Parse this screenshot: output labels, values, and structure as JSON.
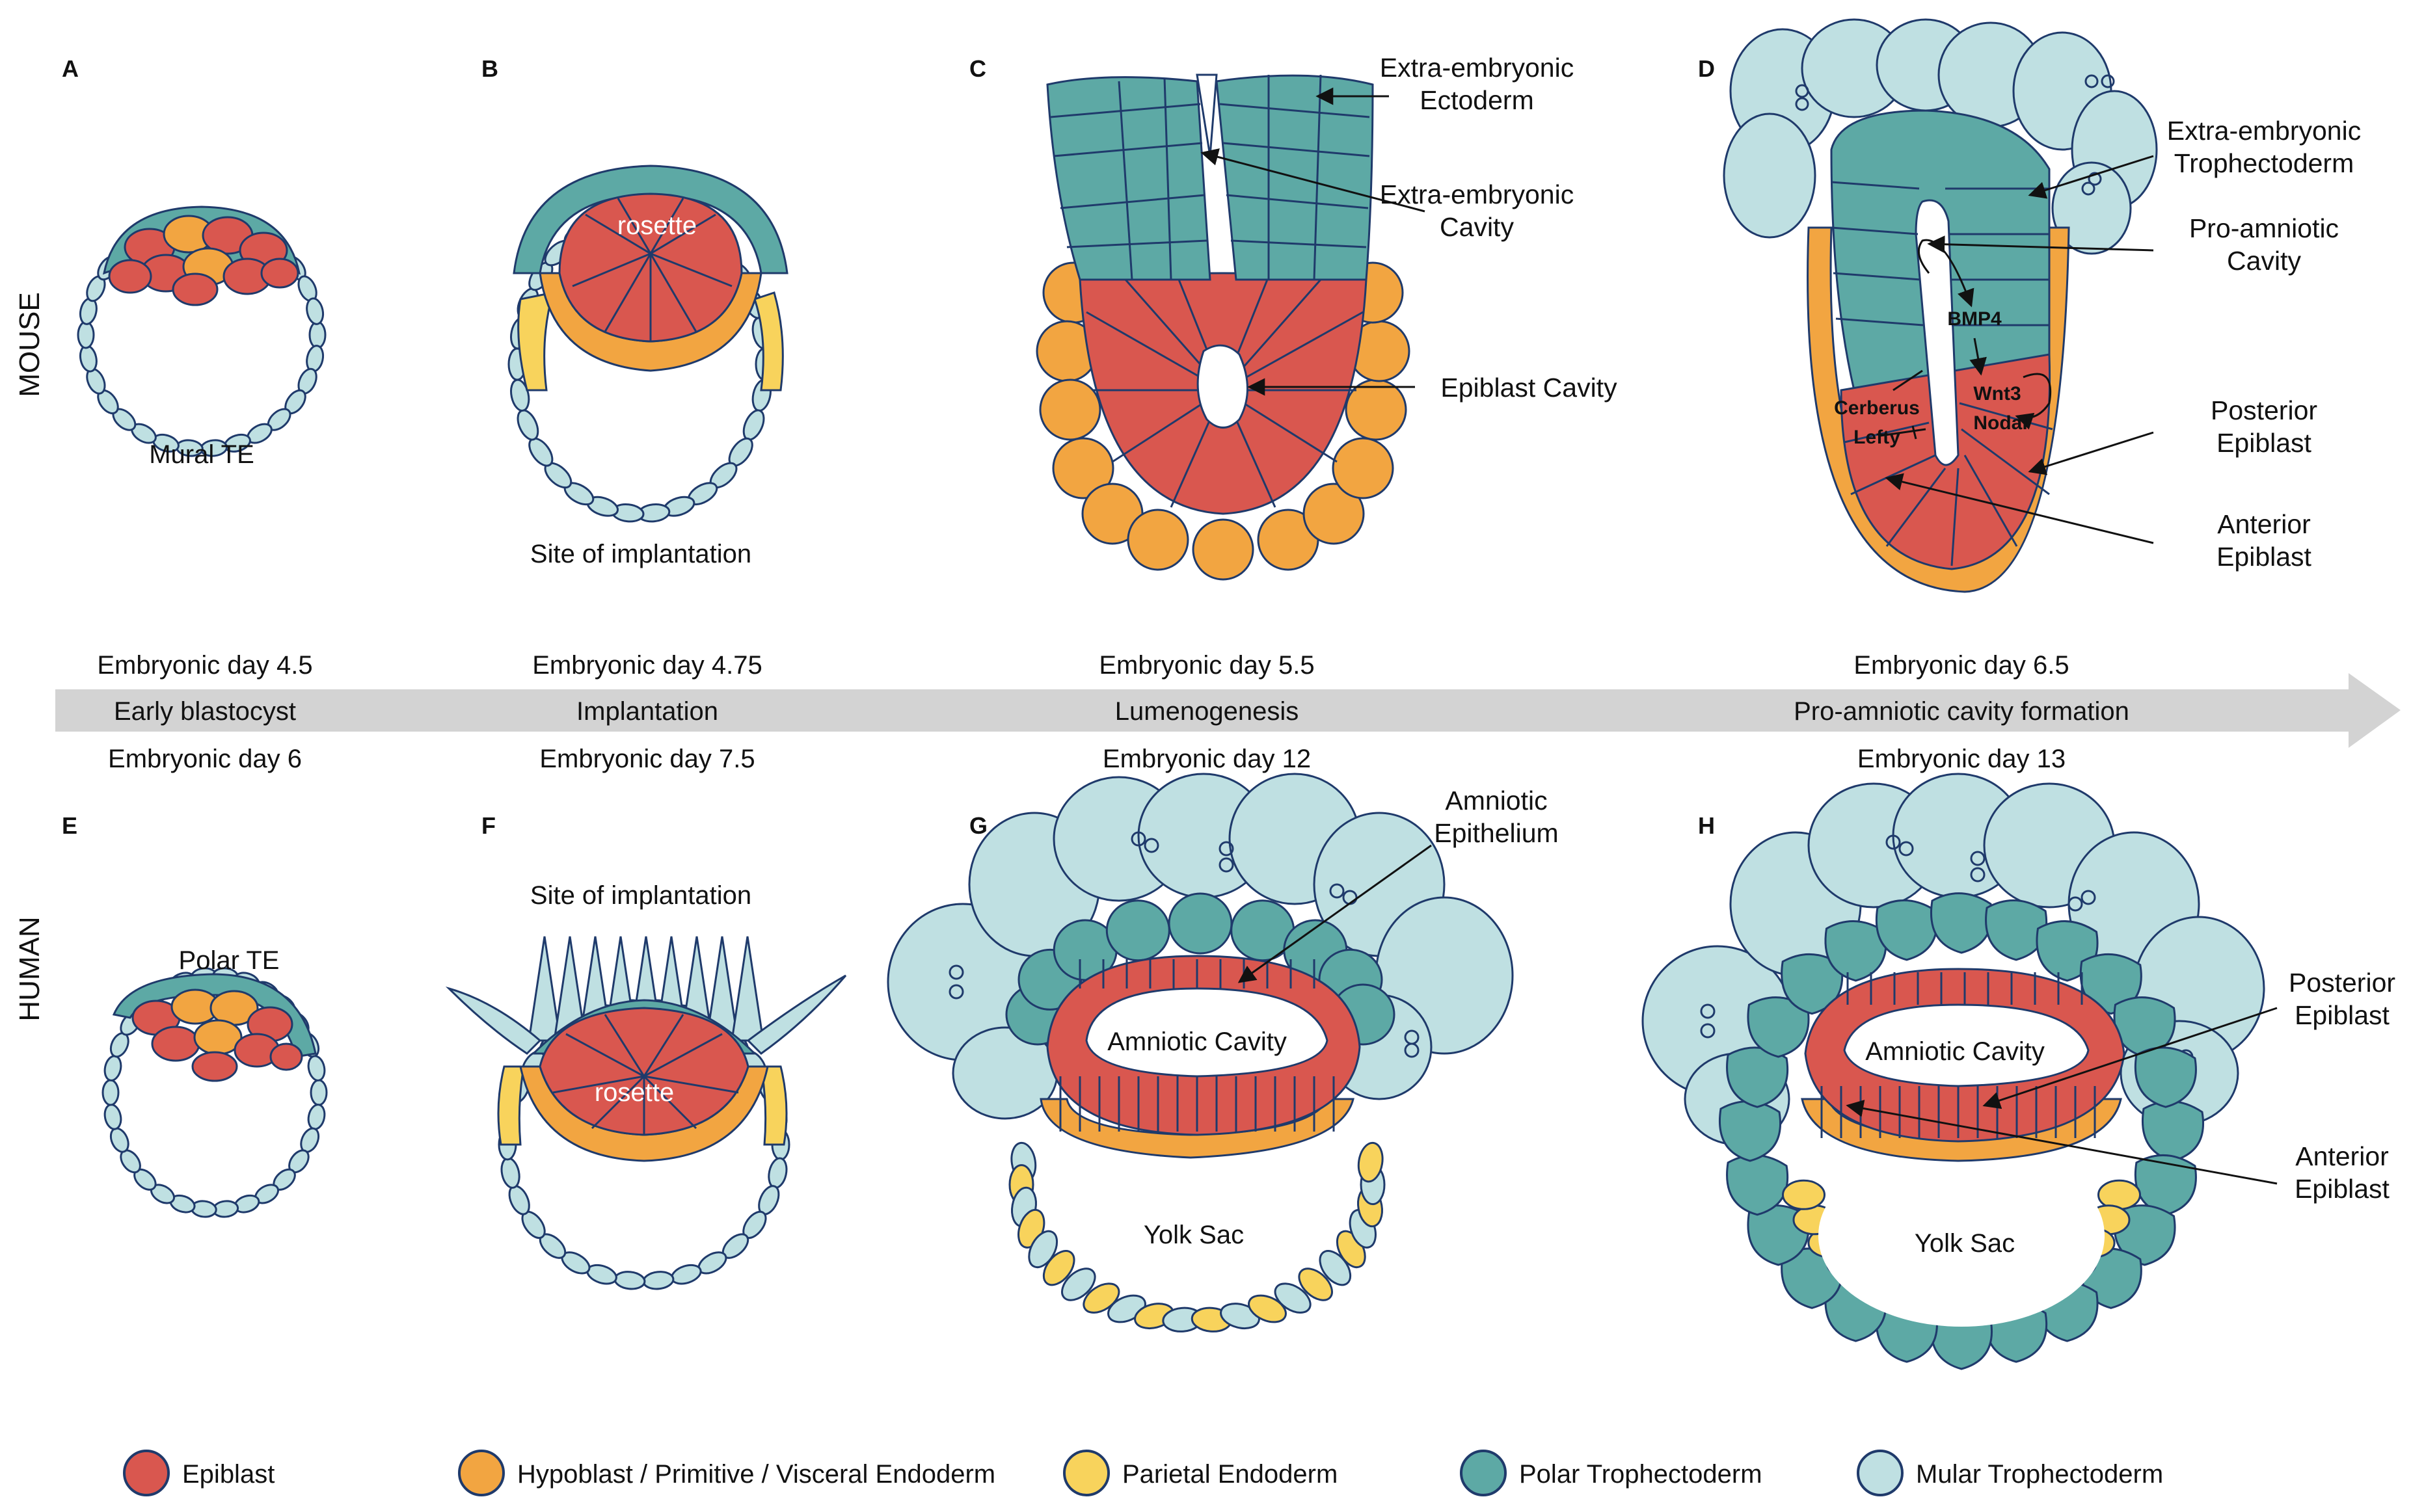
{
  "colors": {
    "epiblast": "#d9574f",
    "hypoblast": "#f2a541",
    "parietal": "#f8d35c",
    "polar_te": "#5da9a5",
    "mural_te": "#bfe0e2",
    "stroke": "#1f3a6b",
    "arrow_band": "#d3d3d3"
  },
  "rows": {
    "mouse": "MOUSE",
    "human": "HUMAN"
  },
  "panels": {
    "A": {
      "letter": "A",
      "label": "Mural TE"
    },
    "B": {
      "letter": "B",
      "label": "Site of implantation",
      "inner": "rosette"
    },
    "C": {
      "letter": "C",
      "ectoderm": [
        "Extra-embryonic",
        "Ectoderm"
      ],
      "cavity": [
        "Extra-embryonic",
        "Cavity"
      ],
      "epiblast_cavity": "Epiblast Cavity"
    },
    "D": {
      "letter": "D",
      "tropho": [
        "Extra-embryonic",
        "Trophectoderm"
      ],
      "proamniotic": [
        "Pro-amniotic",
        "Cavity"
      ],
      "posterior": [
        "Posterior",
        "Epiblast"
      ],
      "anterior": [
        "Anterior",
        "Epiblast"
      ],
      "bmp4": "BMP4",
      "wnt3": "Wnt3",
      "nodal": "Nodal",
      "cerberus": "Cerberus",
      "lefty": "Lefty"
    },
    "E": {
      "letter": "E",
      "label": "Polar TE"
    },
    "F": {
      "letter": "F",
      "label": "Site of implantation",
      "inner": "rosette"
    },
    "G": {
      "letter": "G",
      "amnion": [
        "Amniotic",
        "Epithelium"
      ],
      "cavity": "Amniotic Cavity",
      "yolk": "Yolk Sac"
    },
    "H": {
      "letter": "H",
      "cavity": "Amniotic Cavity",
      "yolk": "Yolk Sac",
      "posterior": [
        "Posterior",
        "Epiblast"
      ],
      "anterior": [
        "Anterior",
        "Epiblast"
      ]
    }
  },
  "timeline": {
    "stages": [
      {
        "mouse_day": "Embryonic day 4.5",
        "stage": "Early blastocyst",
        "human_day": "Embryonic day 6"
      },
      {
        "mouse_day": "Embryonic day 4.75",
        "stage": "Implantation",
        "human_day": "Embryonic day 7.5"
      },
      {
        "mouse_day": "Embryonic day 5.5",
        "stage": "Lumenogenesis",
        "human_day": "Embryonic day 12"
      },
      {
        "mouse_day": "Embryonic day 6.5",
        "stage": "Pro-amniotic cavity formation",
        "human_day": "Embryonic day 13"
      }
    ]
  },
  "legend": [
    {
      "label": "Epiblast",
      "color": "#d9574f"
    },
    {
      "label": "Hypoblast / Primitive / Visceral Endoderm",
      "color": "#f2a541"
    },
    {
      "label": "Parietal Endoderm",
      "color": "#f8d35c"
    },
    {
      "label": "Polar Trophectoderm",
      "color": "#5da9a5"
    },
    {
      "label": "Mular Trophectoderm",
      "color": "#bfe0e2"
    }
  ]
}
